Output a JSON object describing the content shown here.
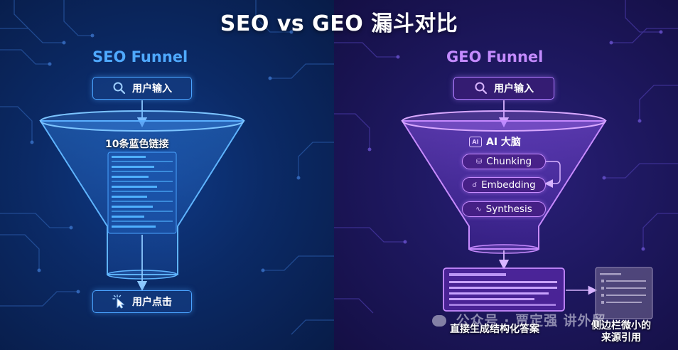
{
  "title": "SEO vs GEO 漏斗对比",
  "seo": {
    "heading": "SEO Funnel",
    "input_label": "用户输入",
    "inner_label": "10条蓝色链接",
    "output_label": "用户点击"
  },
  "geo": {
    "heading": "GEO Funnel",
    "input_label": "用户输入",
    "brain_label": "AI 大脑",
    "brain_badge": "AI",
    "steps": [
      "Chunking",
      "Embedding",
      "Synthesis"
    ],
    "answer_caption": "直接生成结构化答案",
    "sidebar_caption_line1": "侧边栏微小的",
    "sidebar_caption_line2": "来源引用"
  },
  "watermark": "公众号 · 贾定强 讲外贸",
  "icons": {
    "search": "search-icon",
    "cursor": "cursor-click-icon",
    "chip": "ai-chip-icon",
    "database": "database-icon",
    "network": "network-icon",
    "chart": "chart-icon",
    "wechat": "wechat-icon"
  },
  "colors": {
    "seo_accent": "#4fa9ff",
    "geo_accent": "#c48bff",
    "left_bg": "#0b2a66",
    "right_bg": "#1e1860"
  }
}
